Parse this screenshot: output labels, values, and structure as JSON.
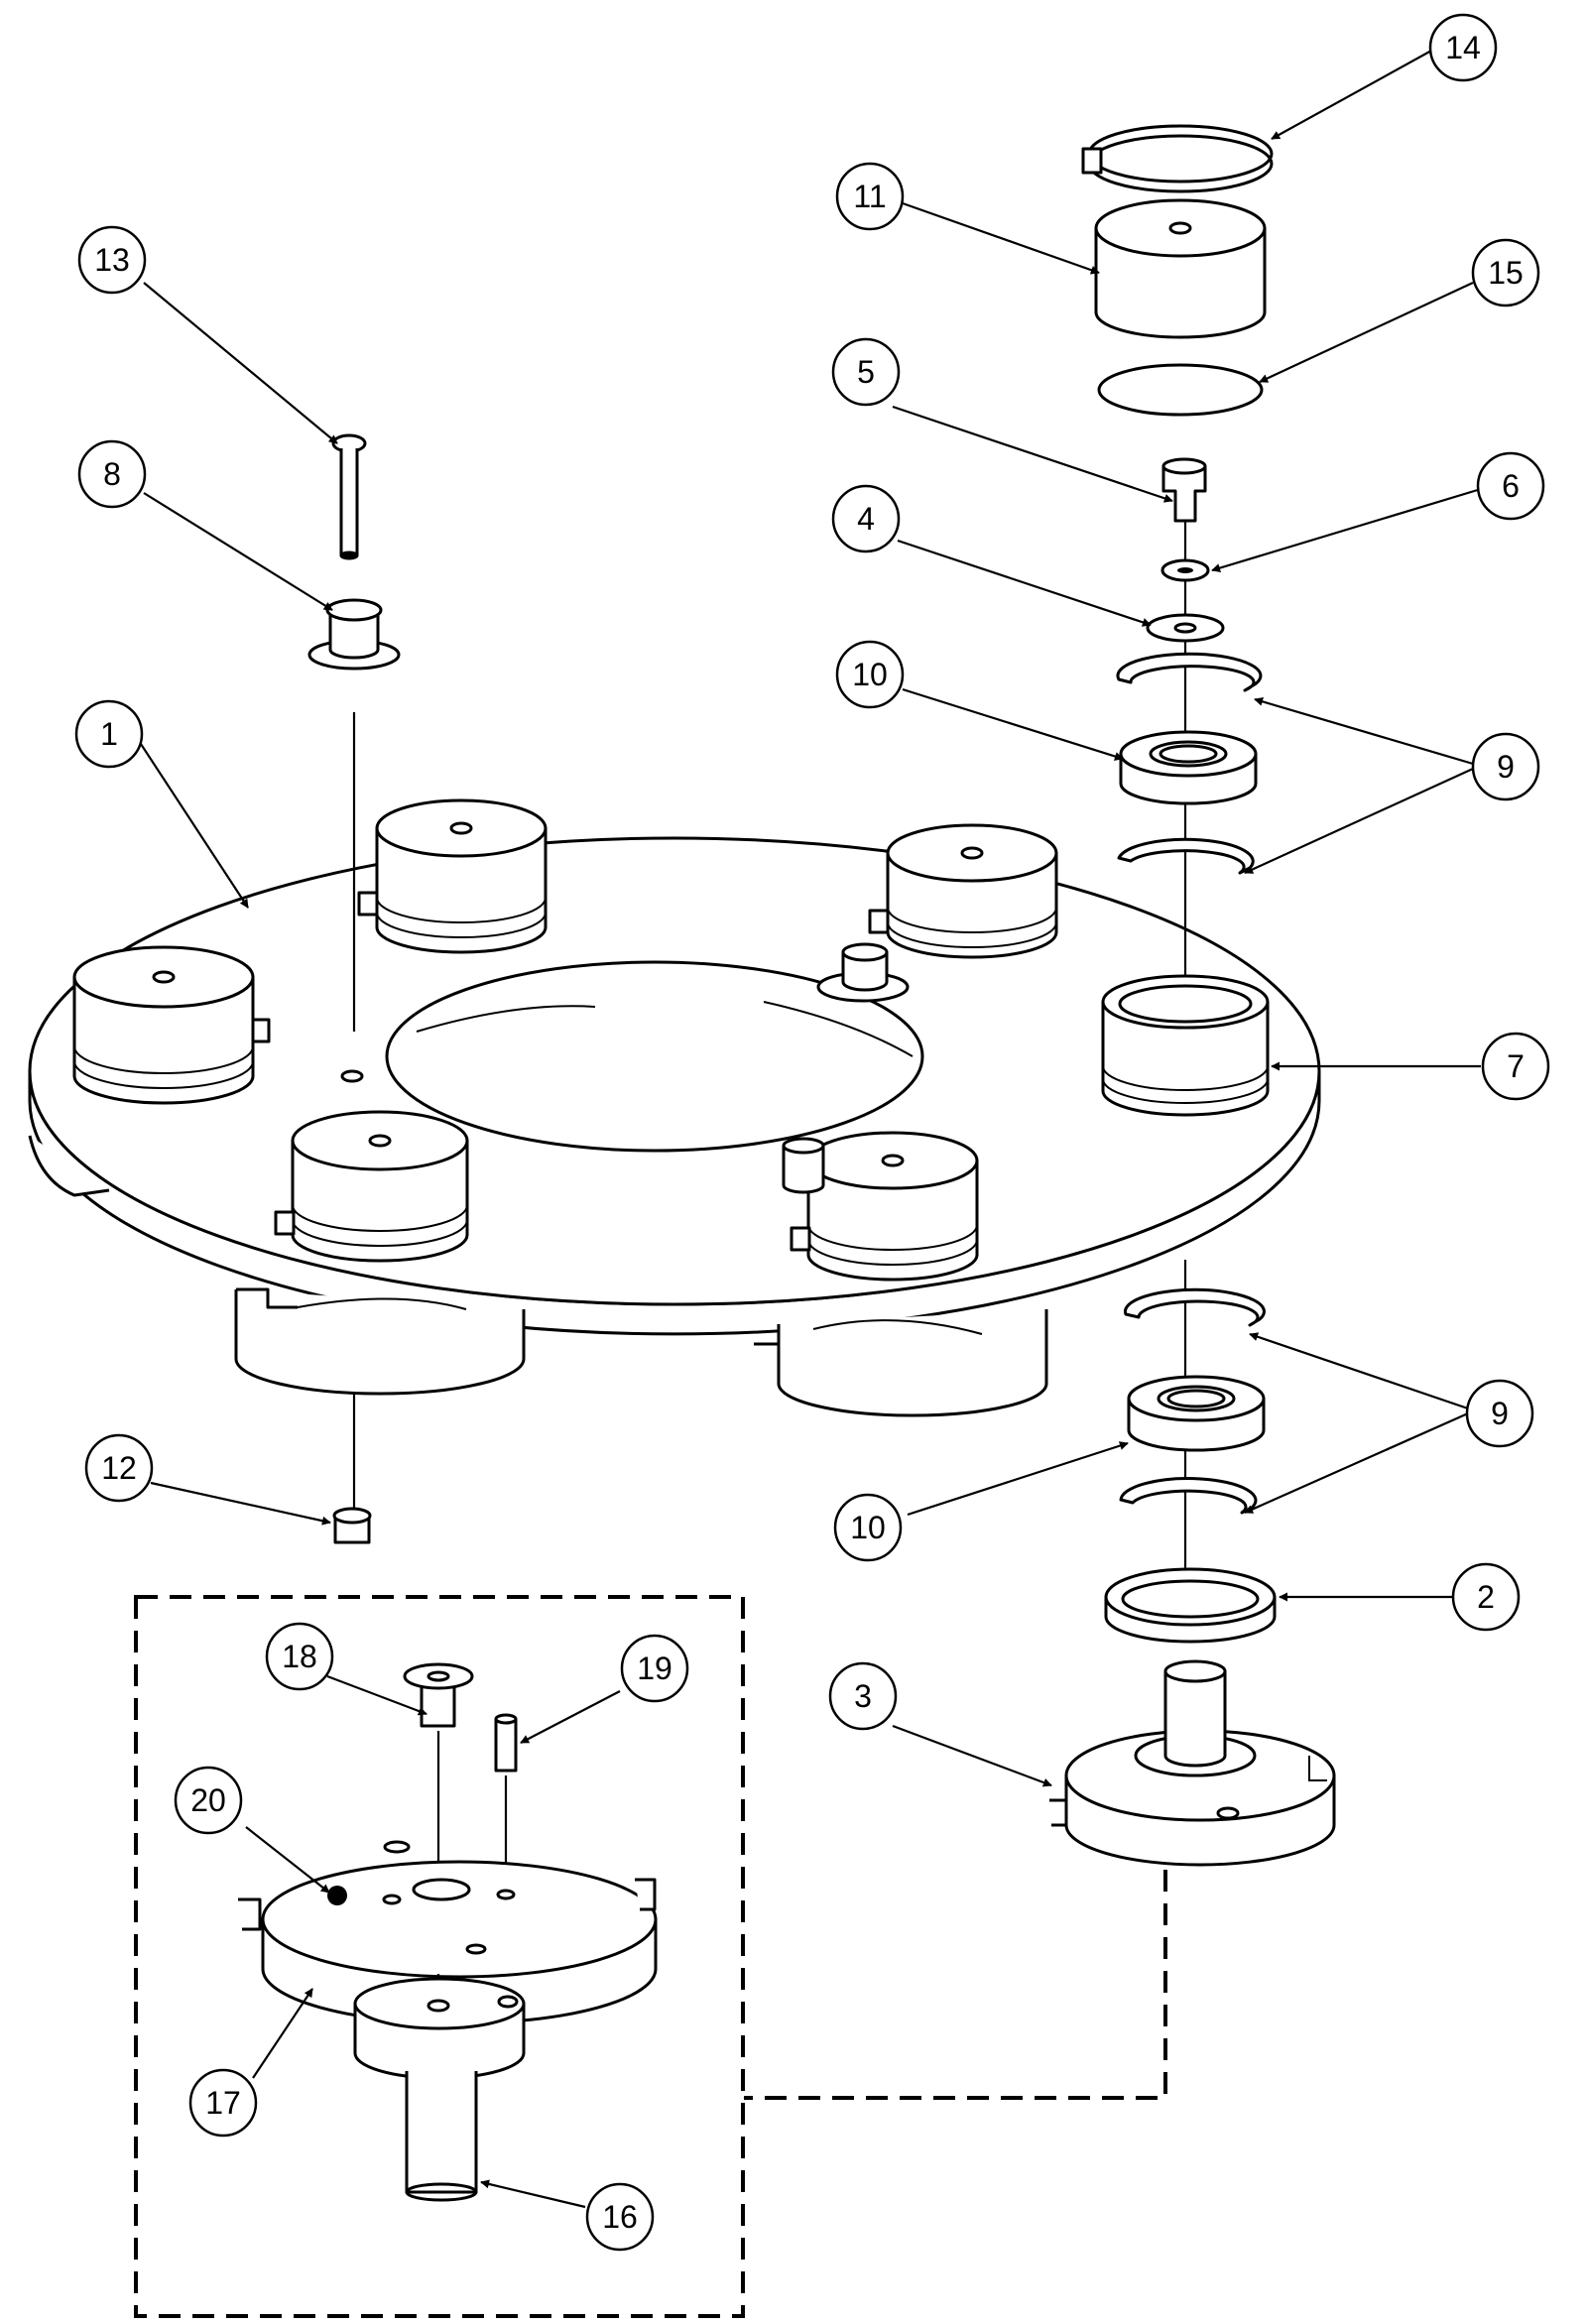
{
  "diagram": {
    "callouts": [
      {
        "id": "c1",
        "label": "1"
      },
      {
        "id": "c2",
        "label": "2"
      },
      {
        "id": "c3",
        "label": "3"
      },
      {
        "id": "c4",
        "label": "4"
      },
      {
        "id": "c5",
        "label": "5"
      },
      {
        "id": "c6",
        "label": "6"
      },
      {
        "id": "c7",
        "label": "7"
      },
      {
        "id": "c8",
        "label": "8"
      },
      {
        "id": "c9a",
        "label": "9"
      },
      {
        "id": "c9b",
        "label": "9"
      },
      {
        "id": "c10a",
        "label": "10"
      },
      {
        "id": "c10b",
        "label": "10"
      },
      {
        "id": "c11",
        "label": "11"
      },
      {
        "id": "c12",
        "label": "12"
      },
      {
        "id": "c13",
        "label": "13"
      },
      {
        "id": "c14",
        "label": "14"
      },
      {
        "id": "c15",
        "label": "15"
      },
      {
        "id": "c16",
        "label": "16"
      },
      {
        "id": "c17",
        "label": "17"
      },
      {
        "id": "c18",
        "label": "18"
      },
      {
        "id": "c19",
        "label": "19"
      },
      {
        "id": "c20",
        "label": "20"
      }
    ]
  }
}
